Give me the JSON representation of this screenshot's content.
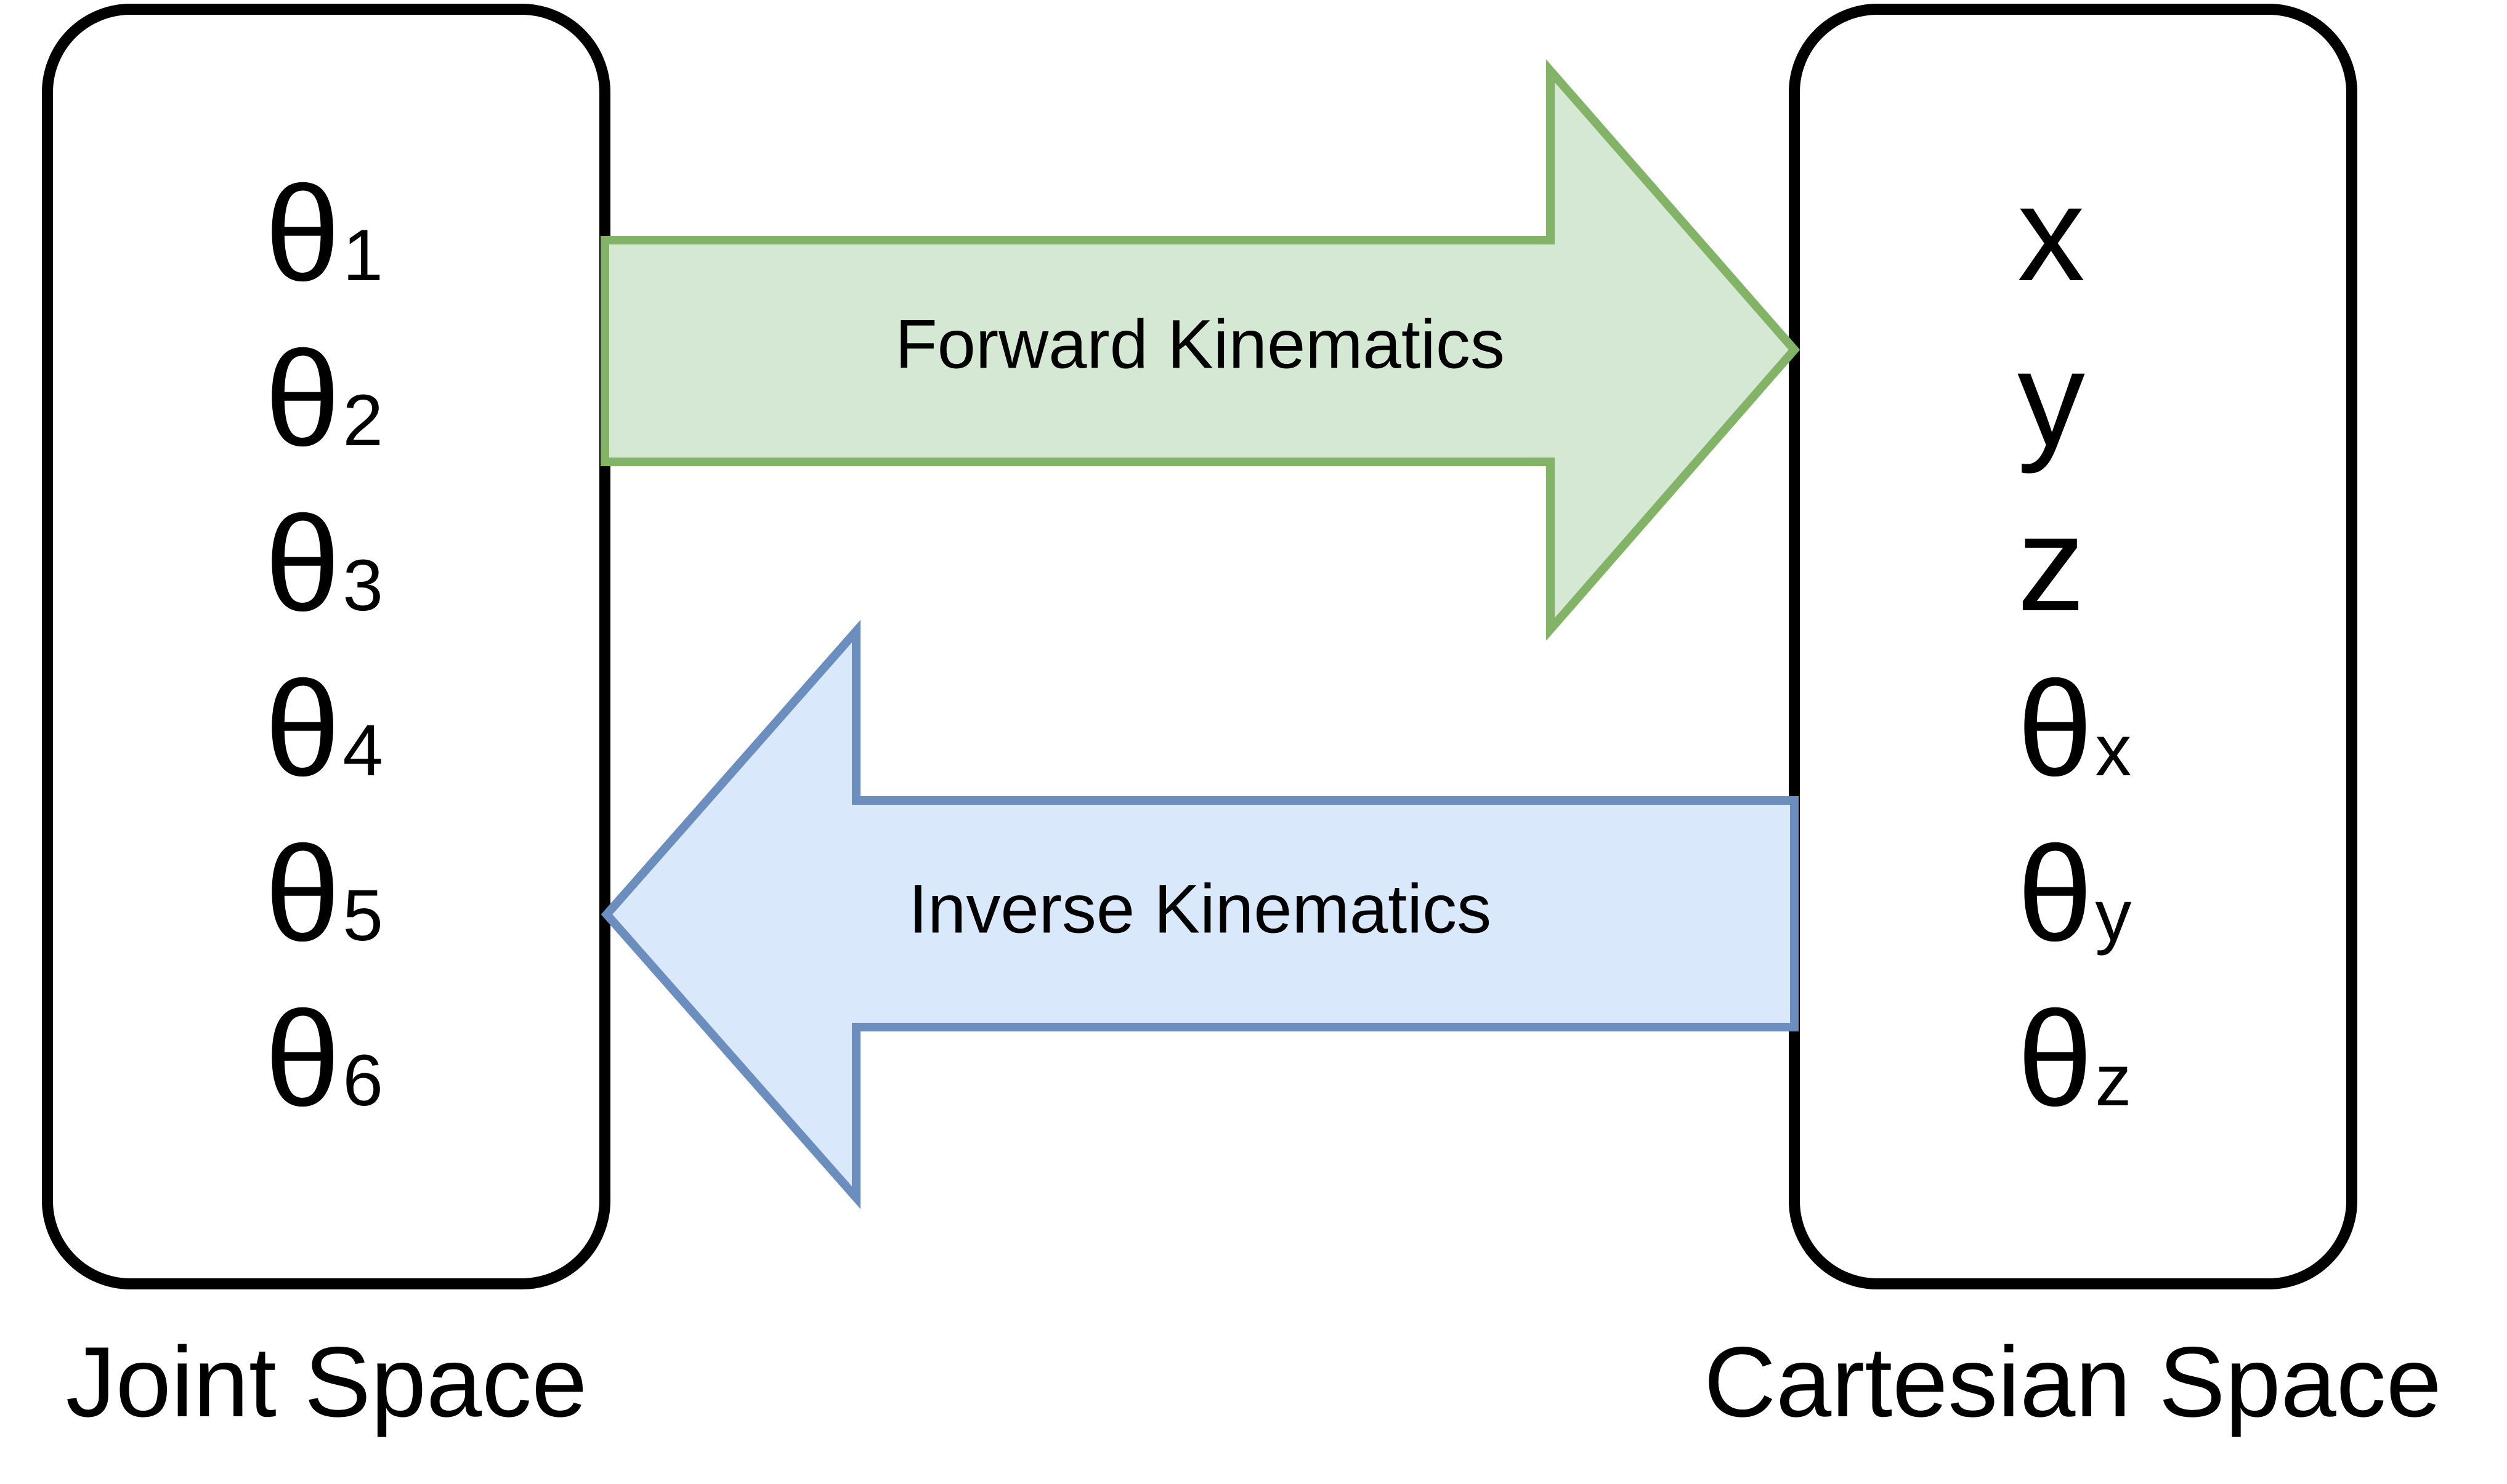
{
  "colors": {
    "forward_fill": "#d5e8d4",
    "forward_stroke": "#82b366",
    "inverse_fill": "#dae8fc",
    "inverse_stroke": "#6c8ebf",
    "box_stroke": "#000000",
    "text": "#000000"
  },
  "joint_space": {
    "caption": "Joint Space",
    "variables": [
      {
        "symbol": "θ",
        "subscript": "1"
      },
      {
        "symbol": "θ",
        "subscript": "2"
      },
      {
        "symbol": "θ",
        "subscript": "3"
      },
      {
        "symbol": "θ",
        "subscript": "4"
      },
      {
        "symbol": "θ",
        "subscript": "5"
      },
      {
        "symbol": "θ",
        "subscript": "6"
      }
    ]
  },
  "cartesian_space": {
    "caption": "Cartesian Space",
    "variables": [
      {
        "symbol": "x",
        "subscript": ""
      },
      {
        "symbol": "y",
        "subscript": ""
      },
      {
        "symbol": "z",
        "subscript": ""
      },
      {
        "symbol": "θ",
        "subscript": "x"
      },
      {
        "symbol": "θ",
        "subscript": "y"
      },
      {
        "symbol": "θ",
        "subscript": "z"
      }
    ]
  },
  "forward_arrow": {
    "label": "Forward Kinematics",
    "direction": "right"
  },
  "inverse_arrow": {
    "label": "Inverse Kinematics",
    "direction": "left"
  }
}
